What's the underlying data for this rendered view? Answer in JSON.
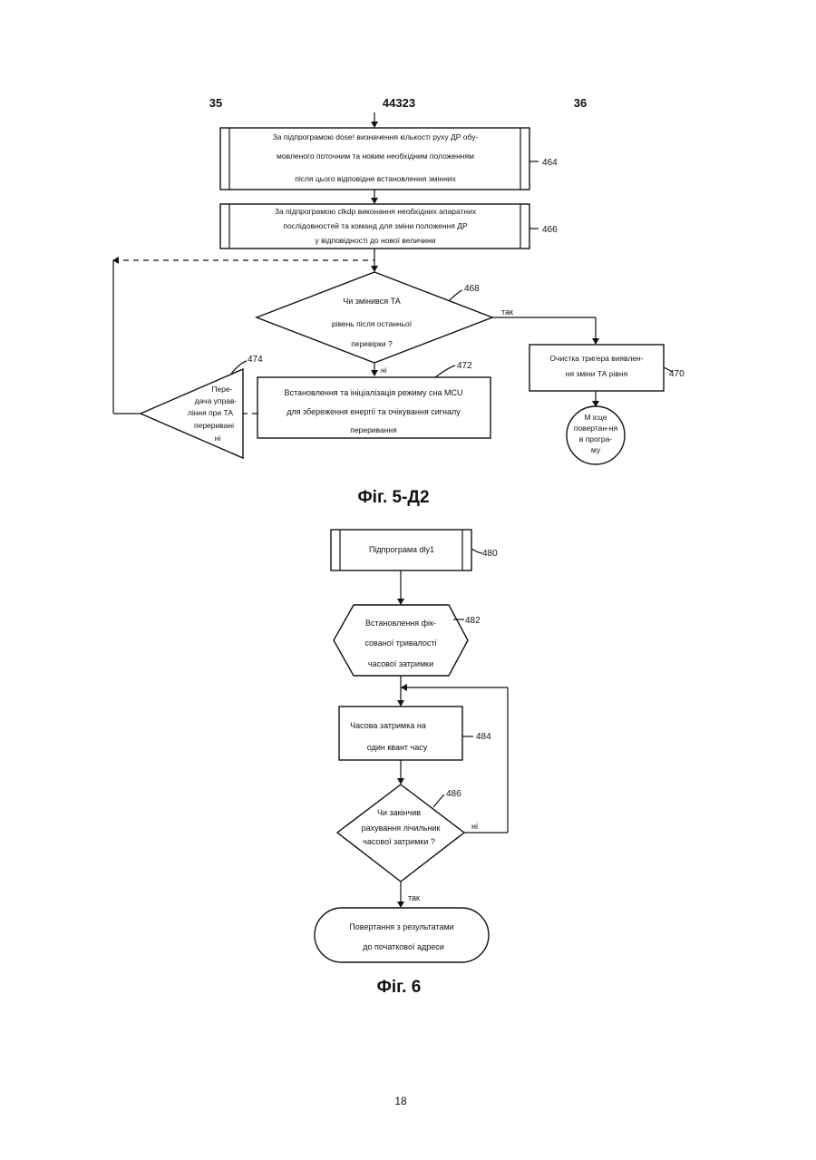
{
  "header": {
    "left_number": "35",
    "center_number": "44323",
    "right_number": "36"
  },
  "fig5": {
    "caption": "Фіг. 5-Д2",
    "box_464": {
      "ref": "464",
      "lines": [
        "За підпрограмою dose! визначення кількості руху ДР обу-",
        "мовленого поточним та новим необхідним положенням",
        "після цього відповідне встановлення змінних"
      ]
    },
    "box_466": {
      "ref": "466",
      "lines": [
        "За підпрограмою clkdp виконання необхідних апаратних",
        "послідовностей та команд для зміни положення ДР",
        "у відповідності до нової величини"
      ]
    },
    "decision_468": {
      "ref": "468",
      "lines": [
        "Чи змінився ТА",
        "рівень після останньої",
        "перевірки ?"
      ],
      "yes_label": "так",
      "no_label": "ні"
    },
    "box_470": {
      "ref": "470",
      "lines": [
        "Очистка тригера виявлен-",
        "ня зміни ТА рівня"
      ]
    },
    "connector_return": {
      "lines": [
        "М ісце",
        "повертан-ня",
        "в програ-",
        "му"
      ]
    },
    "box_472": {
      "ref": "472",
      "lines": [
        "Встановлення та ініціалізація режиму сна MCU",
        "для збереження енергії та очікування сигналу",
        "переривання"
      ]
    },
    "triangle_474": {
      "ref": "474",
      "lines": [
        "Пере-",
        "дача управ-",
        "ління при ТА",
        "переривані",
        "нi"
      ]
    }
  },
  "fig6": {
    "caption": "Фіг. 6",
    "box_480": {
      "ref": "480",
      "text": "Підпрограма dly1"
    },
    "hex_482": {
      "ref": "482",
      "lines": [
        "Встановлення фік-",
        "сованої тривалості",
        "часової затримки"
      ]
    },
    "box_484": {
      "ref": "484",
      "lines": [
        "Часова затримка на",
        "один квант часу"
      ]
    },
    "decision_486": {
      "ref": "486",
      "lines": [
        "Чи закінчив",
        "рахування лічильник",
        "часової затримки ?"
      ],
      "no_label": "ні",
      "yes_label": "так"
    },
    "terminal": {
      "lines": [
        "Повертання з результатами",
        "до початкової адреси"
      ]
    }
  },
  "page_number": "18"
}
